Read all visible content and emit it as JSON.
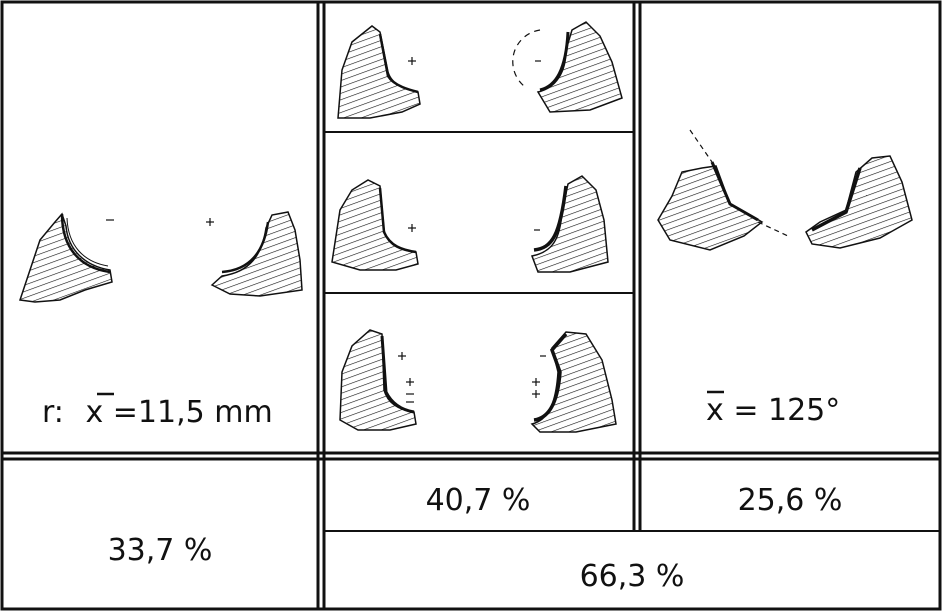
{
  "figure": {
    "formulas": {
      "radius": {
        "prefix": "r:",
        "symbol": "x",
        "value": "=11,5 mm"
      },
      "angle": {
        "symbol": "x",
        "value": " = 125°"
      }
    },
    "percentages": {
      "concave": "33,7 %",
      "bent": "40,7 %",
      "angled": "25,6 %",
      "combined": "66,3 %"
    }
  }
}
